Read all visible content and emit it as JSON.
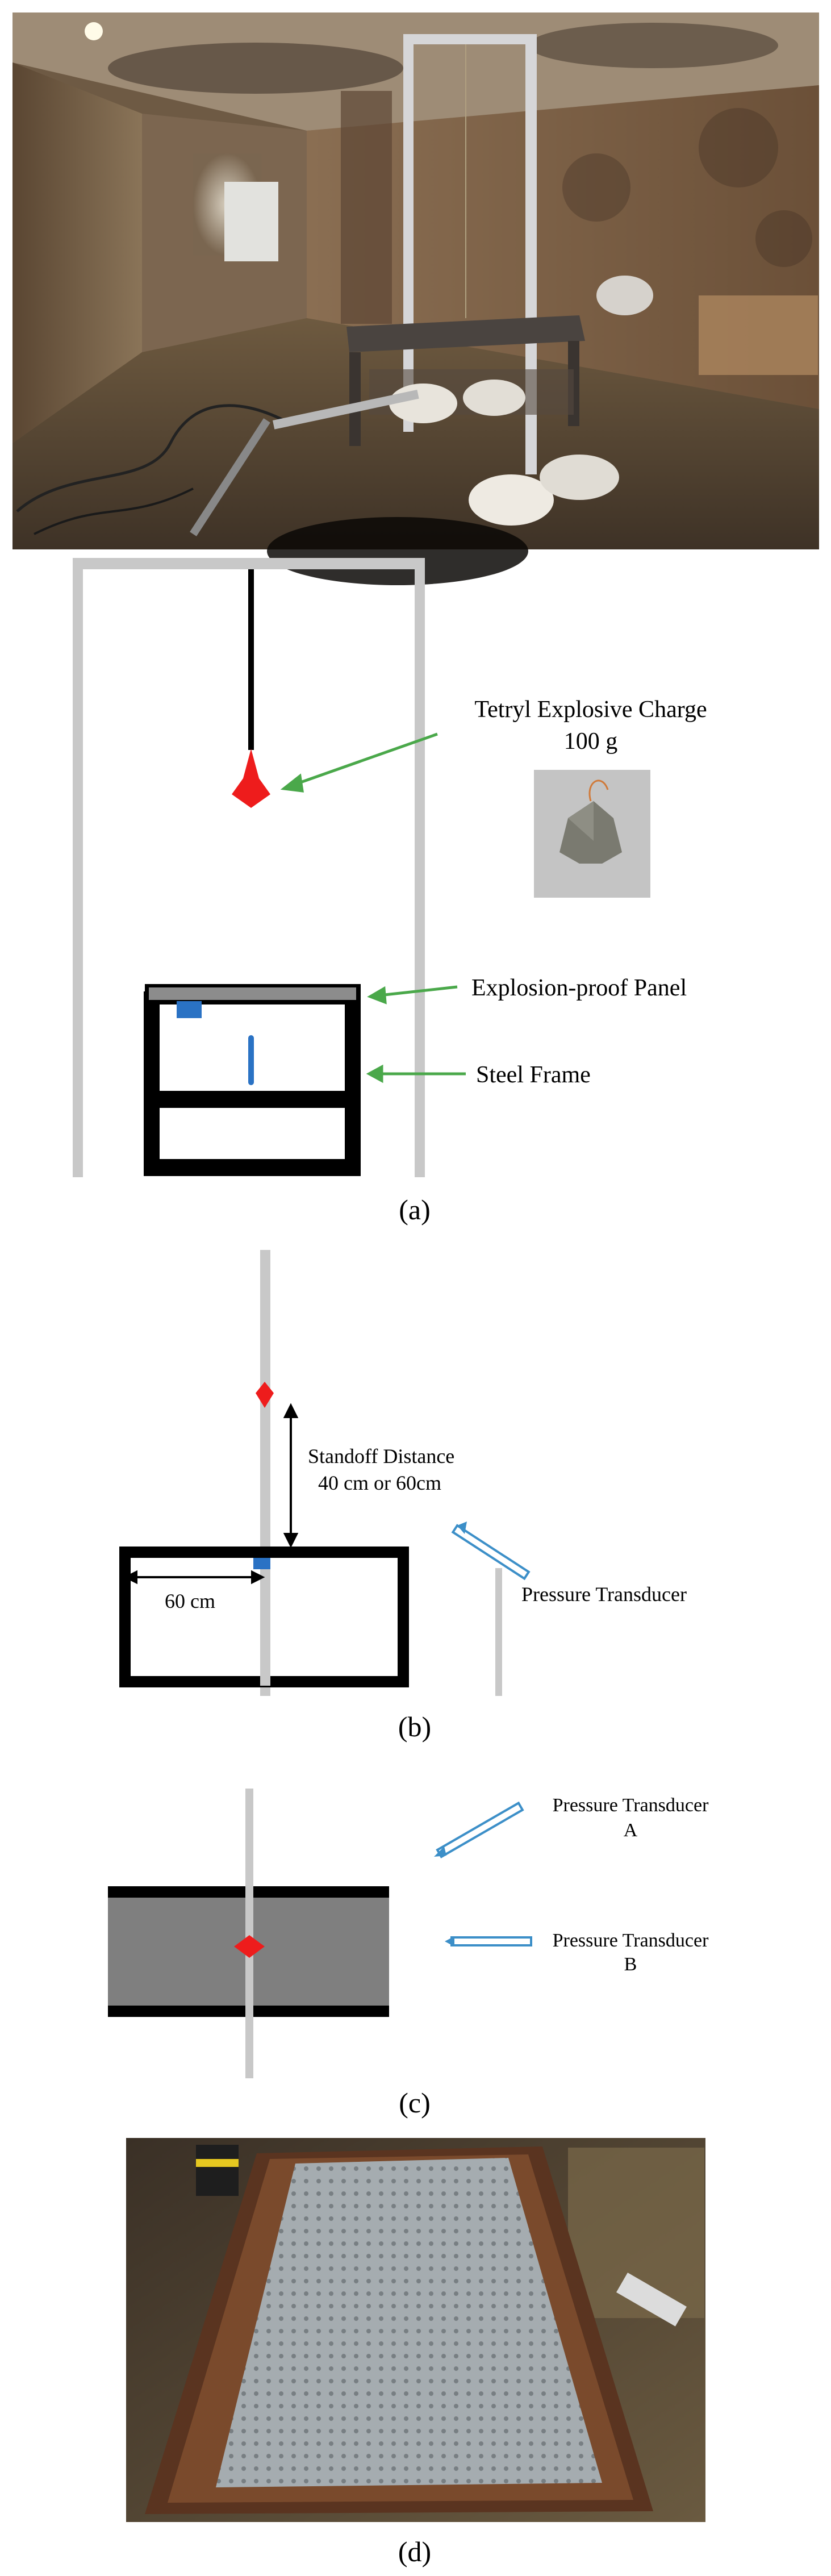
{
  "panel_a": {
    "annotations": {
      "charge": [
        "Tetryl Explosive Charge",
        "100 g"
      ],
      "panel": "Explosion-proof Panel",
      "frame": "Steel Frame"
    },
    "caption": "(a)"
  },
  "panel_b": {
    "standoff": [
      "Standoff Distance",
      "40 cm or 60cm"
    ],
    "width": "60 cm",
    "transducer": "Pressure Transducer",
    "caption": "(b)"
  },
  "panel_c": {
    "transducer_a": [
      "Pressure Transducer",
      "A"
    ],
    "transducer_b": [
      "Pressure Transducer",
      "B"
    ],
    "caption": "(c)"
  },
  "panel_d": {
    "caption": "(d)"
  },
  "colors": {
    "arrow": "#4aa84a",
    "charge": "#ee1c1c",
    "transducer": "#3c8fc8",
    "frame": "#000000",
    "pole": "#c8c8c8"
  }
}
